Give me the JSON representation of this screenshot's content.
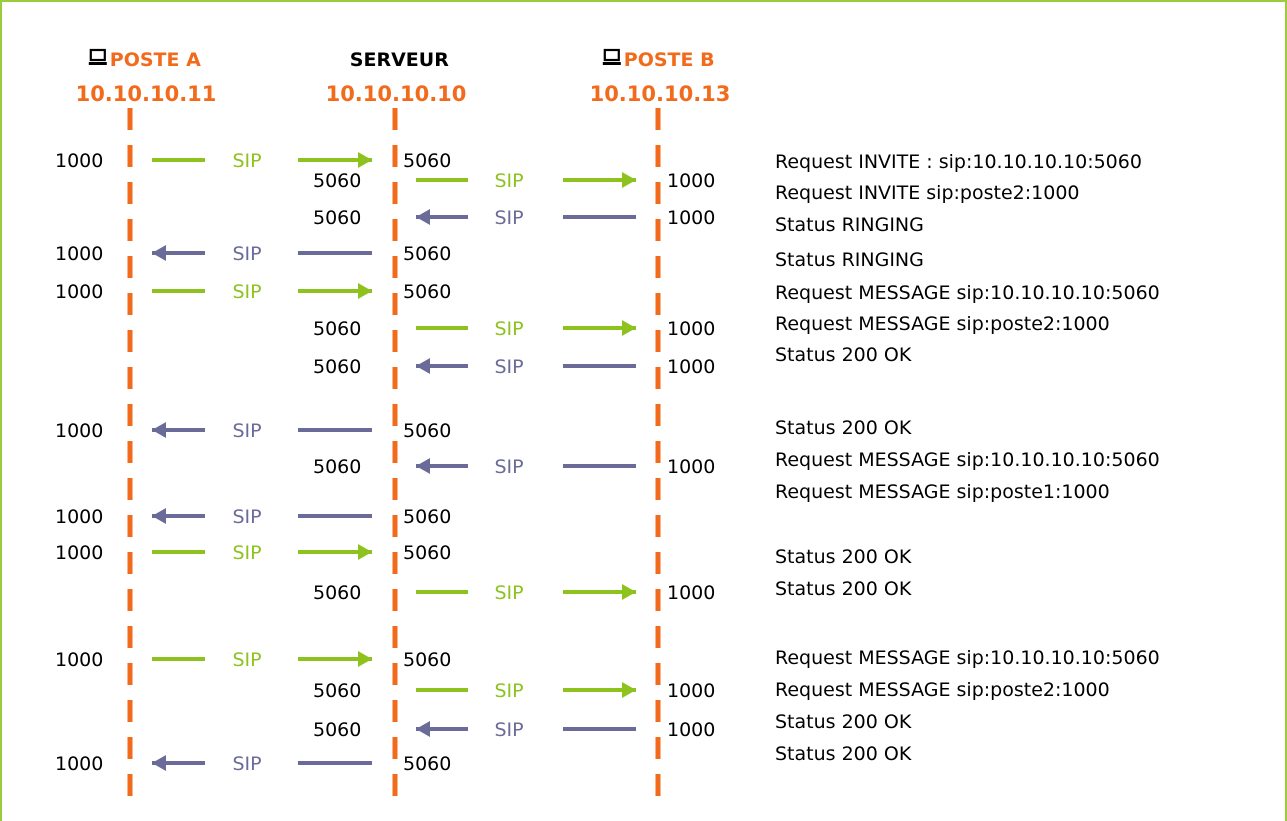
{
  "colors": {
    "border": "#9bcc3b",
    "lifeline": "#f26a1b",
    "title_orange": "#f26a1b",
    "request_arrow": "#8dc21f",
    "response_arrow": "#6b6b9a",
    "text": "#000000"
  },
  "hosts": [
    {
      "id": "poste-a",
      "name": "POSTE A",
      "ip": "10.10.10.11",
      "icon": "laptop-icon",
      "name_color": "#f26a1b"
    },
    {
      "id": "serveur",
      "name": "SERVEUR",
      "ip": "10.10.10.10",
      "icon": "",
      "name_color": "#000000"
    },
    {
      "id": "poste-b",
      "name": "POSTE B",
      "ip": "10.10.10.13",
      "icon": "laptop-icon",
      "name_color": "#f26a1b"
    }
  ],
  "messages": [
    {
      "leg": "ab",
      "dir": "right",
      "kind": "request",
      "label": "SIP",
      "left_port": "1000",
      "right_port": "5060"
    },
    {
      "leg": "bc",
      "dir": "right",
      "kind": "request",
      "label": "SIP",
      "left_port": "5060",
      "right_port": "1000"
    },
    {
      "leg": "bc",
      "dir": "left",
      "kind": "response",
      "label": "SIP",
      "left_port": "5060",
      "right_port": "1000"
    },
    {
      "leg": "ab",
      "dir": "left",
      "kind": "response",
      "label": "SIP",
      "left_port": "1000",
      "right_port": "5060"
    },
    {
      "leg": "ab",
      "dir": "right",
      "kind": "request",
      "label": "SIP",
      "left_port": "1000",
      "right_port": "5060"
    },
    {
      "leg": "bc",
      "dir": "right",
      "kind": "request",
      "label": "SIP",
      "left_port": "5060",
      "right_port": "1000"
    },
    {
      "leg": "bc",
      "dir": "left",
      "kind": "response",
      "label": "SIP",
      "left_port": "5060",
      "right_port": "1000"
    },
    {
      "leg": "ab",
      "dir": "left",
      "kind": "response",
      "label": "SIP",
      "left_port": "1000",
      "right_port": "5060"
    },
    {
      "leg": "bc",
      "dir": "left",
      "kind": "response",
      "label": "SIP",
      "left_port": "5060",
      "right_port": "1000"
    },
    {
      "leg": "ab",
      "dir": "left",
      "kind": "response",
      "label": "SIP",
      "left_port": "1000",
      "right_port": "5060"
    },
    {
      "leg": "ab",
      "dir": "right",
      "kind": "request",
      "label": "SIP",
      "left_port": "1000",
      "right_port": "5060"
    },
    {
      "leg": "bc",
      "dir": "right",
      "kind": "request",
      "label": "SIP",
      "left_port": "5060",
      "right_port": "1000"
    },
    {
      "leg": "ab",
      "dir": "right",
      "kind": "request",
      "label": "SIP",
      "left_port": "1000",
      "right_port": "5060"
    },
    {
      "leg": "bc",
      "dir": "right",
      "kind": "request",
      "label": "SIP",
      "left_port": "5060",
      "right_port": "1000"
    },
    {
      "leg": "bc",
      "dir": "left",
      "kind": "response",
      "label": "SIP",
      "left_port": "5060",
      "right_port": "1000"
    },
    {
      "leg": "ab",
      "dir": "left",
      "kind": "response",
      "label": "SIP",
      "left_port": "1000",
      "right_port": "5060"
    }
  ],
  "descriptions": [
    "Request INVITE : sip:10.10.10.10:5060",
    "Request INVITE sip:poste2:1000",
    "Status RINGING",
    "Status RINGING",
    "Request MESSAGE sip:10.10.10.10:5060",
    "Request MESSAGE sip:poste2:1000",
    "Status 200 OK",
    "Status 200 OK",
    "Request MESSAGE sip:10.10.10.10:5060",
    "Request MESSAGE sip:poste1:1000",
    "Status 200 OK",
    "Status 200 OK",
    "Request MESSAGE sip:10.10.10.10:5060",
    "Request MESSAGE sip:poste2:1000",
    "Status 200 OK",
    "Status 200 OK"
  ]
}
